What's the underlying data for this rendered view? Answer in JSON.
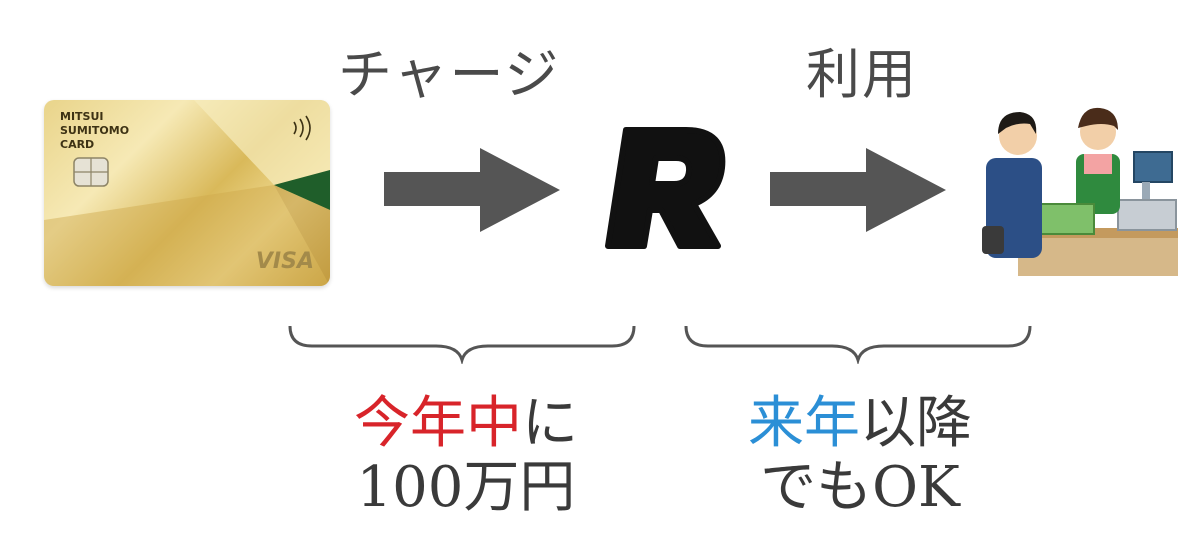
{
  "labels": {
    "charge": "チャージ",
    "use": "利用"
  },
  "card": {
    "issuer_lines": [
      "MITSUI",
      "SUMITOMO",
      "CARD"
    ],
    "brand": "VISA"
  },
  "app_icon": {
    "letter": "R"
  },
  "captions": {
    "left": {
      "highlight": "今年中",
      "rest": "に",
      "line2": "100万円",
      "highlight_color": "#d8242a"
    },
    "right": {
      "highlight": "来年",
      "rest": "以降",
      "line2": "でもOK",
      "highlight_color": "#2b8fd6"
    }
  },
  "colors": {
    "arrow": "#555555",
    "text": "#3a3a3a",
    "card_green": "#1f5e2a"
  }
}
